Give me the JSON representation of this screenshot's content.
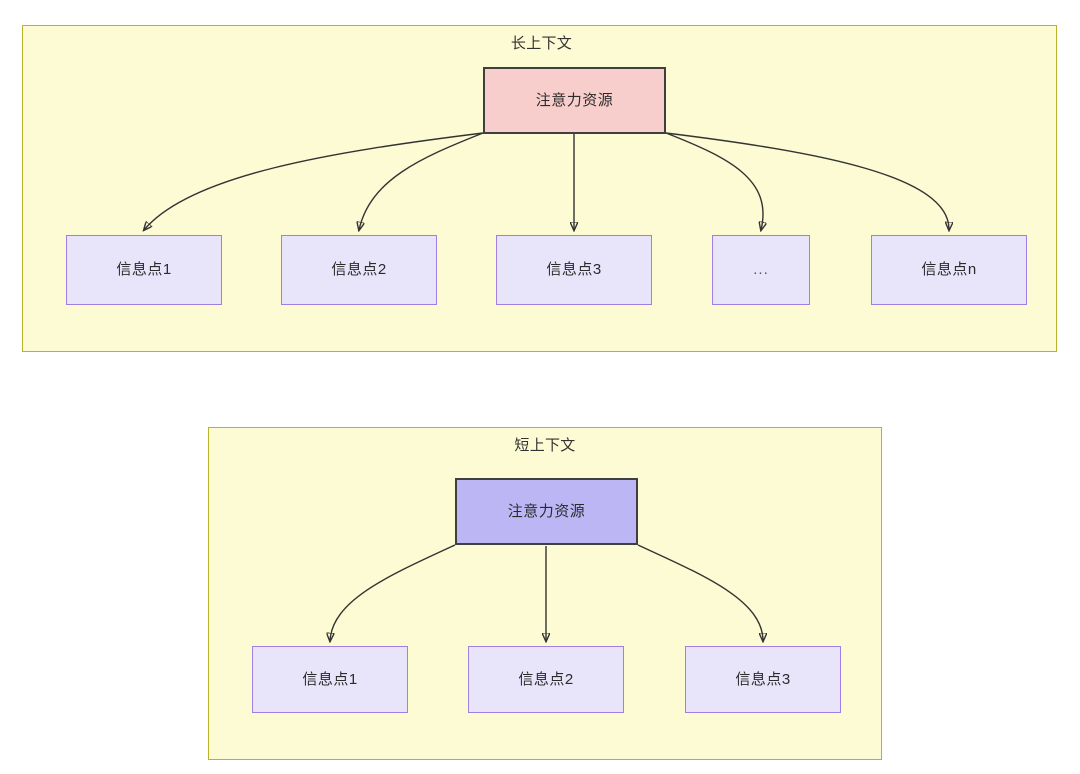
{
  "diagram": {
    "title_long": "长上下文",
    "title_short": "短上下文",
    "colors": {
      "group_fill": "#fdfbd4",
      "group_border": "#b7b32b",
      "attention_long_fill": "#f8cecc",
      "attention_short_fill": "#bcb6f5",
      "node_border_dark": "#3f3f3f",
      "info_fill": "#e8e5fb",
      "info_border": "#9f7fe3",
      "edge_stroke": "#333333",
      "text": "#2b2b2b"
    }
  },
  "long_context": {
    "title": "长上下文",
    "attention": {
      "label": "注意力资源"
    },
    "info_nodes": [
      {
        "label": "信息点1"
      },
      {
        "label": "信息点2"
      },
      {
        "label": "信息点3"
      },
      {
        "label": "..."
      },
      {
        "label": "信息点n"
      }
    ]
  },
  "short_context": {
    "title": "短上下文",
    "attention": {
      "label": "注意力资源"
    },
    "info_nodes": [
      {
        "label": "信息点1"
      },
      {
        "label": "信息点2"
      },
      {
        "label": "信息点3"
      }
    ]
  }
}
